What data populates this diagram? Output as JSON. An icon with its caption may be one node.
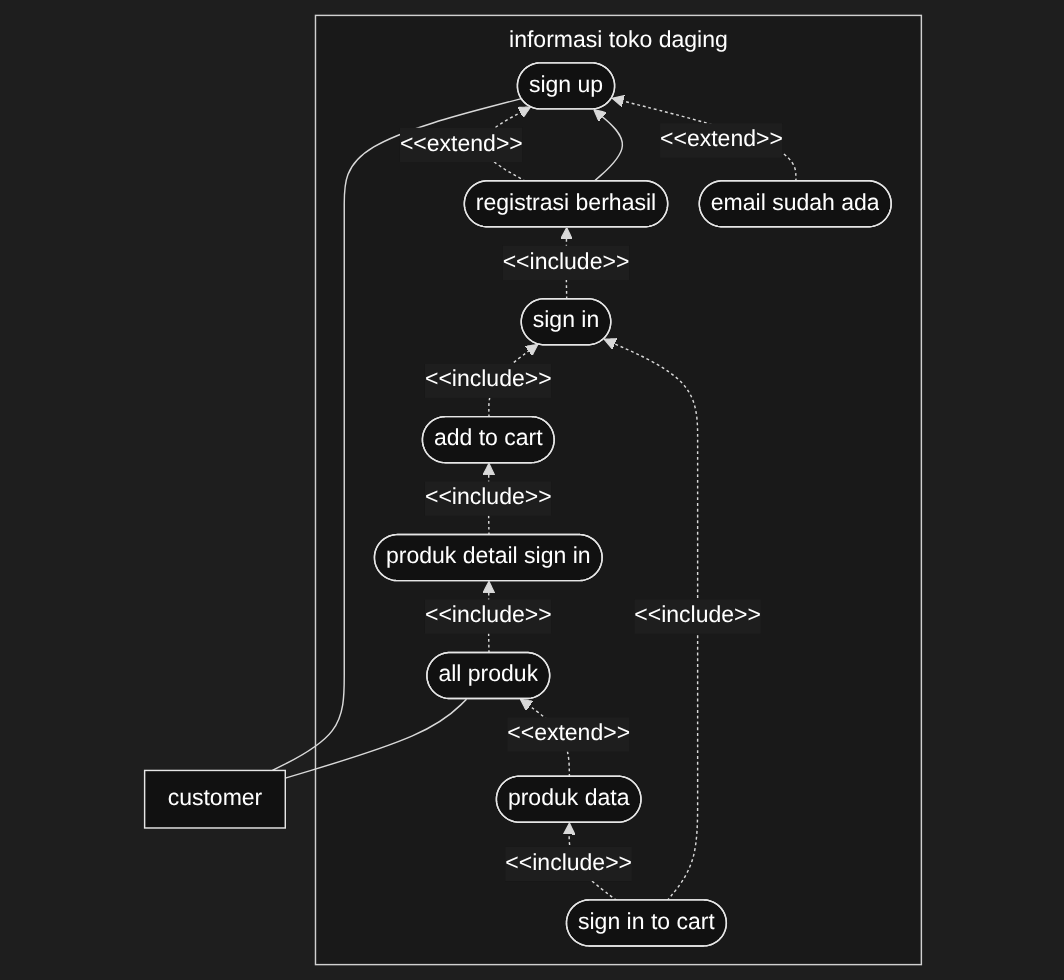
{
  "diagram": {
    "nodes": [
      {
        "text": [
          "informasi toko daging"
        ]
      },
      {
        "text": [
          "customer"
        ]
      },
      {
        "text": [
          "sign up"
        ],
        "in": 0
      },
      {
        "text": [
          "registrasi berhasil"
        ],
        "in": 0
      },
      {
        "text": [
          "email sudah ada"
        ],
        "in": 0
      },
      {
        "text": [
          "all produk"
        ],
        "in": 0
      },
      {
        "text": [
          "add to cart"
        ],
        "in": 0
      },
      {
        "text": [
          "sign in"
        ],
        "in": 0
      },
      {
        "text": [
          "produk data"
        ],
        "in": 0
      },
      {
        "text": [
          "produk detail sign in"
        ],
        "in": 0
      },
      {
        "text": [
          "sign in to cart"
        ],
        "in": 0
      }
    ],
    "edges": [
      {
        "from": 1,
        "to": 2,
        "arrow": "none"
      },
      {
        "from": 1,
        "to": 5,
        "arrow": "none"
      },
      {
        "from": 3,
        "to": 2,
        "arrow": "to",
        "style": "dashed",
        "label": "<<extend>>"
      },
      {
        "from": 3,
        "to": 2,
        "arrow": "to"
      },
      {
        "from": 4,
        "to": 2,
        "arrow": "to",
        "style": "dashed",
        "label": "<<extend>>"
      },
      {
        "from": 7,
        "to": 3,
        "arrow": "to",
        "style": "dashed",
        "label": "<<include>>"
      },
      {
        "from": 6,
        "to": 7,
        "arrow": "to",
        "style": "dashed",
        "label": "<<include>>"
      },
      {
        "from": 8,
        "to": 5,
        "arrow": "to",
        "style": "dashed",
        "label": "<<extend>>"
      },
      {
        "from": 5,
        "to": 9,
        "arrow": "to",
        "style": "dashed",
        "label": "<<include>>"
      },
      {
        "from": 9,
        "to": 6,
        "arrow": "to",
        "style": "dashed",
        "label": "<<include>>"
      },
      {
        "from": 10,
        "to": 8,
        "arrow": "to",
        "style": "dashed",
        "label": "<<include>>"
      },
      {
        "from": 10,
        "to": 7,
        "arrow": "to",
        "style": "dashed",
        "label": "<<include>>"
      }
    ]
  }
}
